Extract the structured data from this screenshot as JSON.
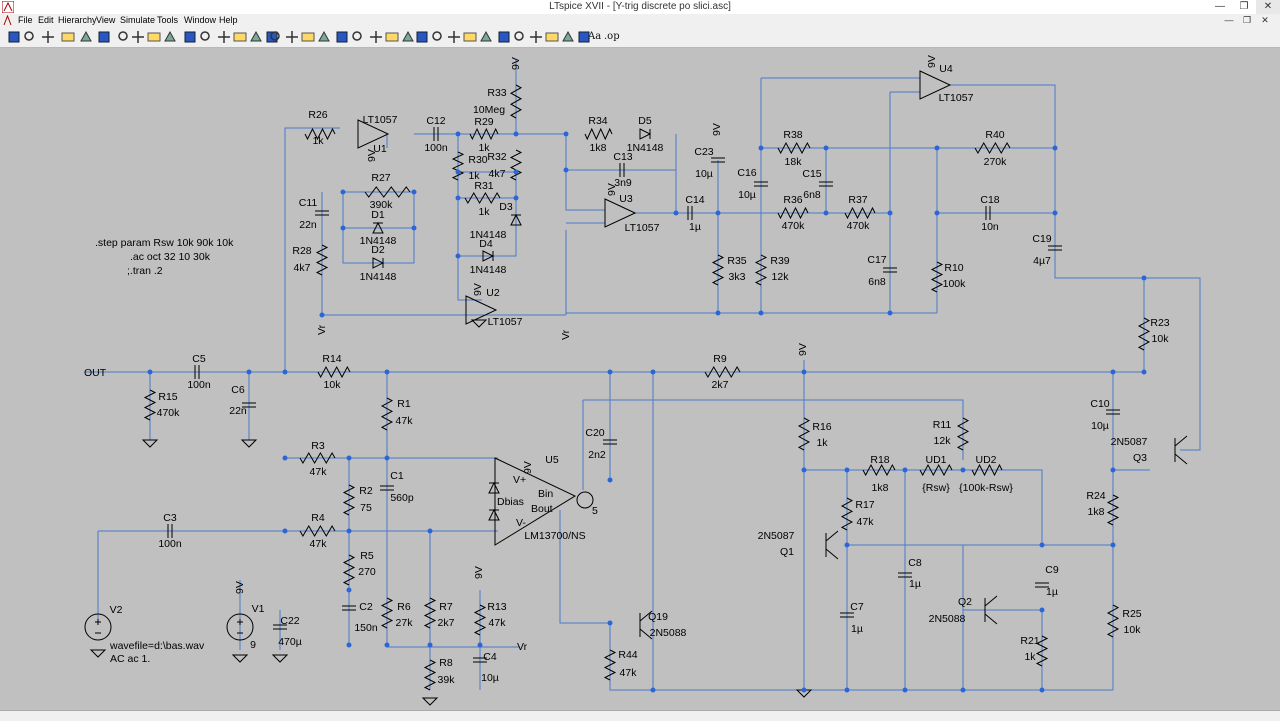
{
  "window": {
    "title": "LTspice XVII - [Y-trig discrete po slici.asc]",
    "buttons": [
      "—",
      "❐",
      "✕"
    ]
  },
  "menu": [
    "File",
    "Edit",
    "Hierarchy",
    "View",
    "Simulate",
    "Tools",
    "Window",
    "Help"
  ],
  "mdi_buttons": [
    "—",
    "❐",
    "✕"
  ],
  "toolbar": {
    "icons": [
      "run-icon",
      "open-icon",
      "save-icon",
      "control-panel-icon",
      "halt-icon",
      "pan-icon",
      "zoom-in-icon",
      "zoom-full-icon",
      "zoom-out-icon",
      "zoom-cancel-icon",
      "autorange-icon",
      "grid-icon",
      "tile-horizontal-icon",
      "tile-vertical-icon",
      "cascade-icon",
      "close-all-icon",
      "cut-icon",
      "copy-icon",
      "paste-icon",
      "find-icon",
      "print-icon",
      "print-preview-icon",
      "draw-wire-icon",
      "ground-icon",
      "label-net-icon",
      "resistor-icon",
      "capacitor-icon",
      "inductor-icon",
      "diode-icon",
      "component-icon",
      "move-icon",
      "drag-icon",
      "undo-icon",
      "redo-icon",
      "rotate-icon",
      "mirror-icon"
    ],
    "text_label": "Aa",
    "spice_label": ".op"
  },
  "directives": [
    ".step param Rsw 10k 90k 10k",
    ".ac oct 32 10 30k",
    ";.tran .2"
  ],
  "sources": {
    "v2_wave": "wavefile=d:\\bas.wav",
    "v2_ac": "AC ac 1."
  },
  "labels": {
    "out": "OUT",
    "vr": "Vr",
    "u5_pins": [
      "V+",
      "V-",
      "Dbias",
      "Bin",
      "Bout",
      "5"
    ],
    "nine_v": "9V"
  },
  "components": [
    {
      "ref": "R26",
      "value": "1k"
    },
    {
      "ref": "U1",
      "value": "LT1057"
    },
    {
      "ref": "C12",
      "value": "100n"
    },
    {
      "ref": "R33",
      "value": "10Meg"
    },
    {
      "ref": "R29",
      "value": "1k"
    },
    {
      "ref": "R30",
      "value": "1k"
    },
    {
      "ref": "R32",
      "value": "4k7"
    },
    {
      "ref": "R31",
      "value": "1k"
    },
    {
      "ref": "D3",
      "value": "1N4148"
    },
    {
      "ref": "D4",
      "value": "1N4148"
    },
    {
      "ref": "U2",
      "value": "LT1057"
    },
    {
      "ref": "R27",
      "value": "390k"
    },
    {
      "ref": "D1",
      "value": "1N4148"
    },
    {
      "ref": "D2",
      "value": "1N4148"
    },
    {
      "ref": "C11",
      "value": "22n"
    },
    {
      "ref": "R28",
      "value": "4k7"
    },
    {
      "ref": "R34",
      "value": "1k8"
    },
    {
      "ref": "D5",
      "value": "1N4148"
    },
    {
      "ref": "C13",
      "value": "3n9"
    },
    {
      "ref": "U3",
      "value": "LT1057"
    },
    {
      "ref": "C14",
      "value": "1µ"
    },
    {
      "ref": "C23",
      "value": "10µ"
    },
    {
      "ref": "R35",
      "value": "3k3"
    },
    {
      "ref": "R39",
      "value": "12k"
    },
    {
      "ref": "C16",
      "value": "10µ"
    },
    {
      "ref": "R38",
      "value": "18k"
    },
    {
      "ref": "C15",
      "value": "6n8"
    },
    {
      "ref": "R36",
      "value": "470k"
    },
    {
      "ref": "R37",
      "value": "470k"
    },
    {
      "ref": "C17",
      "value": "6n8"
    },
    {
      "ref": "U4",
      "value": "LT1057"
    },
    {
      "ref": "R40",
      "value": "270k"
    },
    {
      "ref": "C18",
      "value": "10n"
    },
    {
      "ref": "R10",
      "value": "100k"
    },
    {
      "ref": "C19",
      "value": "4µ7"
    },
    {
      "ref": "R23",
      "value": "10k"
    },
    {
      "ref": "C5",
      "value": "100n"
    },
    {
      "ref": "R15",
      "value": "470k"
    },
    {
      "ref": "C6",
      "value": "22n"
    },
    {
      "ref": "R14",
      "value": "10k"
    },
    {
      "ref": "R9",
      "value": "2k7"
    },
    {
      "ref": "R1",
      "value": "47k"
    },
    {
      "ref": "R3",
      "value": "47k"
    },
    {
      "ref": "R4",
      "value": "47k"
    },
    {
      "ref": "C1",
      "value": "560p"
    },
    {
      "ref": "R2",
      "value": "75"
    },
    {
      "ref": "R5",
      "value": "270"
    },
    {
      "ref": "C2",
      "value": "150n"
    },
    {
      "ref": "R6",
      "value": "27k"
    },
    {
      "ref": "R7",
      "value": "2k7"
    },
    {
      "ref": "R8",
      "value": "39k"
    },
    {
      "ref": "R13",
      "value": "47k"
    },
    {
      "ref": "C4",
      "value": "10µ"
    },
    {
      "ref": "C3",
      "value": "100n"
    },
    {
      "ref": "V1",
      "value": "9"
    },
    {
      "ref": "C22",
      "value": "470µ"
    },
    {
      "ref": "V2",
      "value": ""
    },
    {
      "ref": "U5",
      "value": "LM13700/NS"
    },
    {
      "ref": "C20",
      "value": "2n2"
    },
    {
      "ref": "Q19",
      "value": "2N5088"
    },
    {
      "ref": "R44",
      "value": "47k"
    },
    {
      "ref": "R16",
      "value": "1k"
    },
    {
      "ref": "R11",
      "value": "12k"
    },
    {
      "ref": "R18",
      "value": "1k8"
    },
    {
      "ref": "UD1",
      "value": "{Rsw}"
    },
    {
      "ref": "UD2",
      "value": "{100k-Rsw}"
    },
    {
      "ref": "R17",
      "value": "47k"
    },
    {
      "ref": "Q1",
      "value": "2N5087"
    },
    {
      "ref": "C8",
      "value": "1µ"
    },
    {
      "ref": "C7",
      "value": "1µ"
    },
    {
      "ref": "Q2",
      "value": "2N5088"
    },
    {
      "ref": "C9",
      "value": "1µ"
    },
    {
      "ref": "R21",
      "value": "1k"
    },
    {
      "ref": "C10",
      "value": "10µ"
    },
    {
      "ref": "Q3",
      "value": "2N5087"
    },
    {
      "ref": "R24",
      "value": "1k8"
    },
    {
      "ref": "R25",
      "value": "10k"
    }
  ]
}
